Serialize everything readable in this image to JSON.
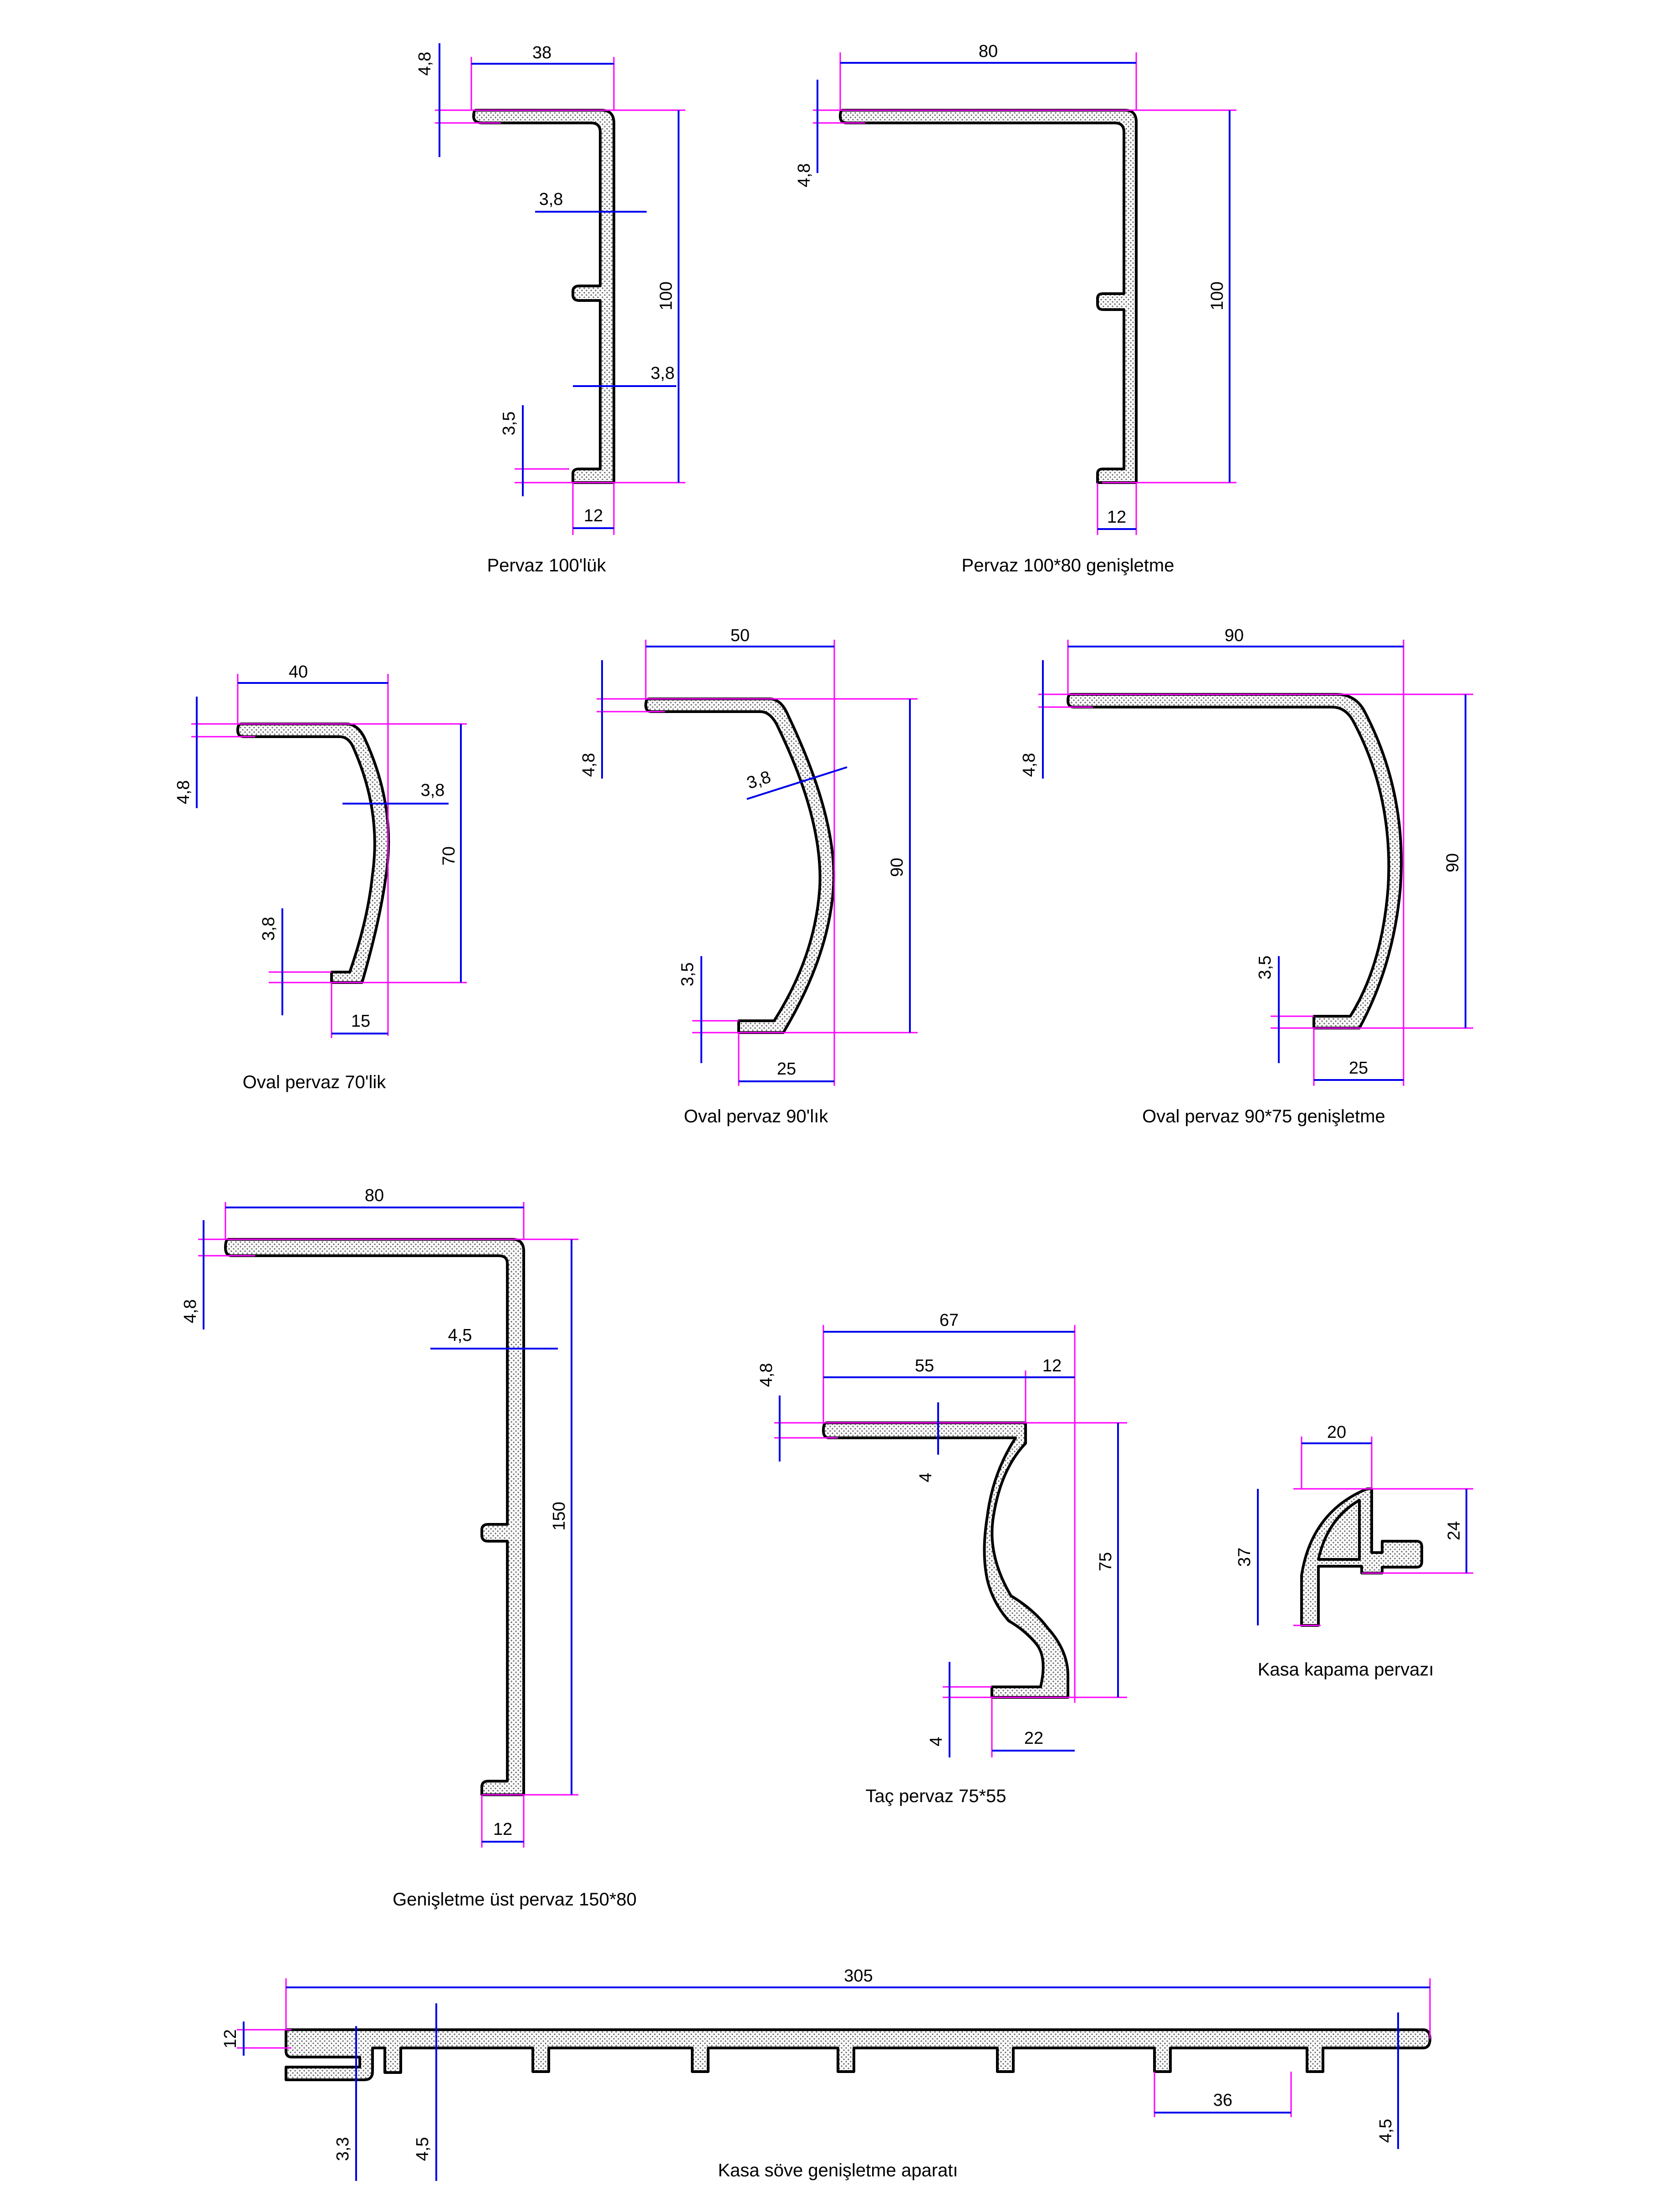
{
  "colors": {
    "profile_outline": "#000000",
    "dimension_line": "#0000ee",
    "extension_line": "#ff00ff",
    "background": "#ffffff"
  },
  "profiles": {
    "pervaz_100": {
      "caption": "Pervaz 100'lük",
      "dims": {
        "width": "38",
        "top_thick": "4,8",
        "wall_a": "3,8",
        "wall_b": "3,8",
        "height": "100",
        "foot_thick": "3,5",
        "foot_width": "12"
      }
    },
    "pervaz_100x80": {
      "caption": "Pervaz 100*80  genişletme",
      "dims": {
        "width": "80",
        "top_thick": "4,8",
        "height": "100",
        "foot_width": "12"
      }
    },
    "oval_70": {
      "caption": "Oval pervaz 70'lik",
      "dims": {
        "width": "40",
        "top_thick": "4,8",
        "wall": "3,8",
        "height": "70",
        "foot_thick": "3,8",
        "foot_width": "15"
      }
    },
    "oval_90": {
      "caption": "Oval pervaz 90'lık",
      "dims": {
        "width": "50",
        "top_thick": "4,8",
        "wall": "3,8",
        "height": "90",
        "foot_thick": "3,5",
        "foot_width": "25"
      }
    },
    "oval_90x75": {
      "caption": "Oval pervaz 90*75 genişletme",
      "dims": {
        "width": "90",
        "top_thick": "4,8",
        "height": "90",
        "foot_thick": "3,5",
        "foot_width": "25"
      }
    },
    "genisletme_150x80": {
      "caption": "Genişletme üst pervaz 150*80",
      "dims": {
        "width": "80",
        "top_thick": "4,8",
        "wall": "4,5",
        "height": "150",
        "foot_width": "12"
      }
    },
    "tac_75x55": {
      "caption": "Taç pervaz 75*55",
      "dims": {
        "total_width": "67",
        "inner_width": "55",
        "lip": "12",
        "top_thick": "4,8",
        "inner_thick": "4",
        "height": "75",
        "foot_thick": "4",
        "foot_width": "22"
      }
    },
    "kasa_kapama": {
      "caption": "Kasa kapama pervazı",
      "dims": {
        "width": "20",
        "height": "37",
        "tongue": "24"
      }
    },
    "kasa_sove": {
      "caption": "Kasa söve genişletme aparatı",
      "dims": {
        "length": "305",
        "thick": "12",
        "slot": "36",
        "lip_a": "3,3",
        "lip_b": "4,5",
        "end_thick": "4,5"
      }
    }
  }
}
